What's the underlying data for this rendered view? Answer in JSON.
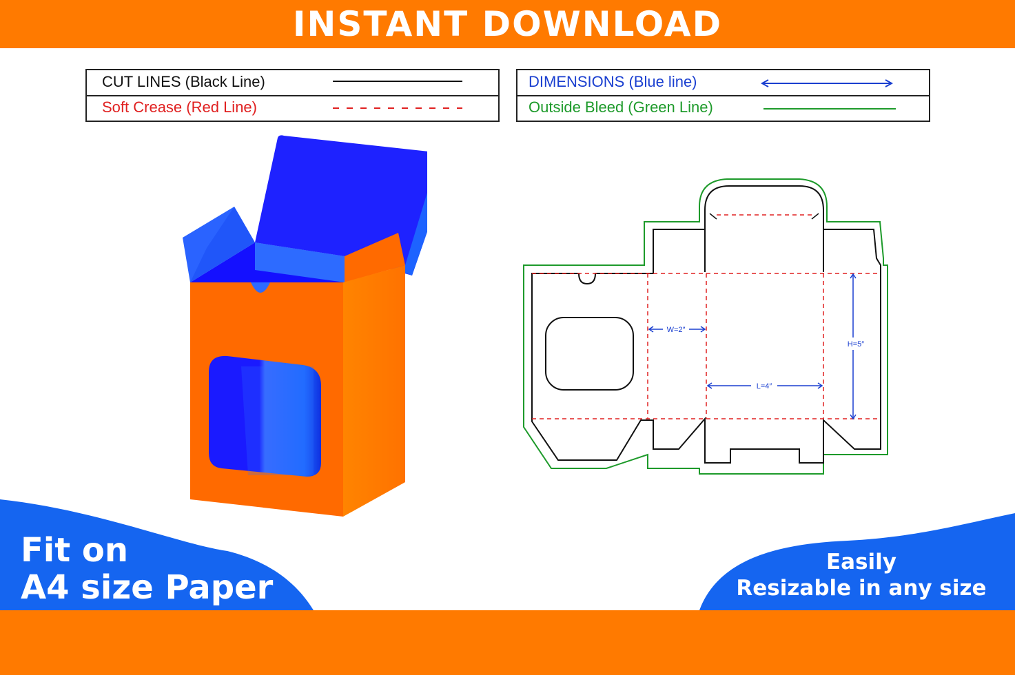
{
  "header": {
    "title": "INSTANT DOWNLOAD"
  },
  "legend": {
    "cut": {
      "label": "CUT LINES (Black Line)"
    },
    "crease": {
      "label": "Soft Crease (Red Line)"
    },
    "dimensions": {
      "label": "DIMENSIONS (Blue line)"
    },
    "bleed": {
      "label": "Outside Bleed (Green Line)"
    }
  },
  "dieline": {
    "width_label": "W=2″",
    "length_label": "L=4″",
    "height_label": "H=5″"
  },
  "badges": {
    "fit_line1": "Fit on",
    "fit_line2": "A4 size Paper",
    "resize_line1": "Easily",
    "resize_line2": "Resizable in any size"
  },
  "colors": {
    "orange": "#ff7a00",
    "blue": "#1565f0",
    "cut": "#111111",
    "crease": "#e02020",
    "dimension": "#1a3fd0",
    "bleed": "#1d9a2a"
  }
}
